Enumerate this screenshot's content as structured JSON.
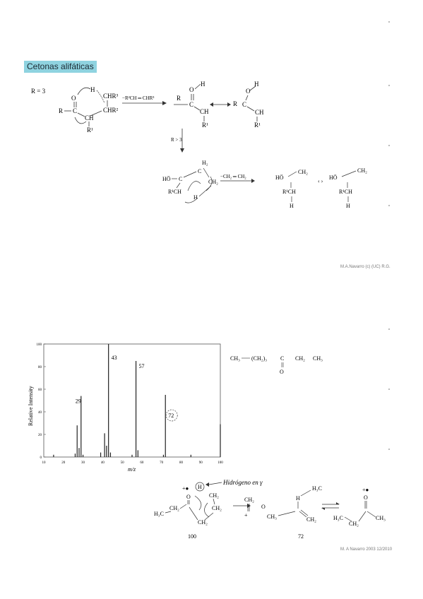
{
  "section": {
    "heading": "Cetonas alifáticas",
    "r_label_1": "R = 3",
    "r_label_2": "R > 3",
    "elimination_1": "−R²CH ═ CHR³",
    "elimination_2": "−CH₂ ═ CH₂",
    "credit_top": "M.A.Navarro (c) (UC) R.G.",
    "credit_bottom": "M. A Navarro 2003 12/2010"
  },
  "scheme_top": {
    "atoms": [
      "O",
      "H",
      "CHR³",
      "CHR²",
      "R",
      "C",
      "CH",
      "R¹",
      "O",
      "H",
      "C",
      "CH",
      "R¹",
      "O",
      "H",
      "C",
      "CH",
      "R¹"
    ]
  },
  "scheme_mid": {
    "atoms": [
      "H₂",
      "HÖ",
      "C",
      "C",
      "R¹CH",
      "H",
      "HÖ",
      "CH₂",
      "R¹CH",
      "H",
      "HÖ",
      "CH₂",
      "R¹CH",
      "H"
    ]
  },
  "structure_formula": {
    "parts": [
      "CH₃",
      "(CH₂)₃",
      "C",
      "CH₂",
      "CH₃",
      "O"
    ]
  },
  "chart_data": {
    "type": "bar",
    "title": "",
    "xlabel": "m/z",
    "ylabel": "Relative Intensity",
    "xlim": [
      10,
      100
    ],
    "ylim": [
      0,
      100
    ],
    "xticks": [
      10,
      20,
      30,
      40,
      50,
      60,
      70,
      80,
      90,
      100
    ],
    "yticks": [
      0,
      20,
      40,
      60,
      80,
      100
    ],
    "x": [
      15,
      26,
      27,
      28,
      29,
      30,
      39,
      41,
      42,
      43,
      44,
      55,
      57,
      58,
      71,
      72,
      85,
      100
    ],
    "values": [
      2,
      3,
      28,
      8,
      54,
      2,
      4,
      21,
      10,
      100,
      4,
      2,
      85,
      6,
      2,
      55,
      2,
      29
    ],
    "peak_labels": [
      {
        "x": 29,
        "text": "29"
      },
      {
        "x": 43,
        "text": "43"
      },
      {
        "x": 57,
        "text": "57"
      },
      {
        "x": 72,
        "text": "72"
      }
    ],
    "grid": false
  },
  "mclafferty": {
    "hydrogen_label": "Hidrógeno en γ",
    "mass_left": "100",
    "mass_right": "72",
    "atoms": [
      "+●",
      "H",
      "O",
      "H₃C",
      "CH₂",
      "CH₂",
      "CH₂",
      "CH₂",
      "CH₂",
      "+",
      "O",
      "H",
      "H₃C",
      "CH₃",
      "CH₂",
      "+●",
      "O",
      "H₃C",
      "CH₂",
      "CH₃"
    ]
  }
}
